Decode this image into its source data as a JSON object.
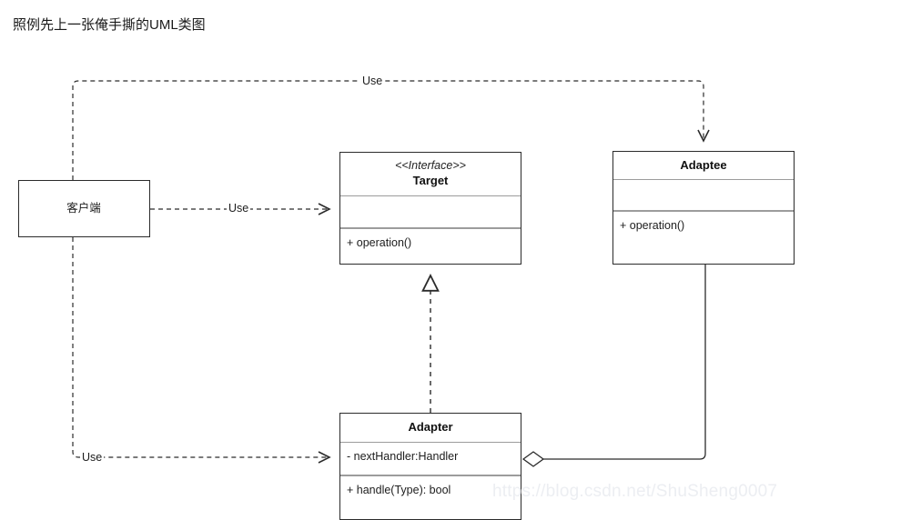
{
  "page": {
    "title": "照例先上一张俺手撕的UML类图",
    "watermark": "https://blog.csdn.net/ShuSheng0007",
    "background_color": "#ffffff",
    "line_color": "#2b2b2b",
    "divider_color": "#9c9c9c",
    "watermark_color": "#eceef2"
  },
  "diagram": {
    "kind": "uml-class-diagram",
    "classes": [
      {
        "id": "client",
        "name": "客户端",
        "stereotype": "",
        "attributes": [],
        "operations": []
      },
      {
        "id": "target",
        "name": "Target",
        "stereotype": "<<Interface>>",
        "attributes": [],
        "operations": [
          "+ operation()"
        ]
      },
      {
        "id": "adaptee",
        "name": "Adaptee",
        "stereotype": "",
        "attributes": [],
        "operations": [
          "+ operation()"
        ]
      },
      {
        "id": "adapter",
        "name": "Adapter",
        "stereotype": "",
        "attributes": [
          "- nextHandler:Handler"
        ],
        "operations": [
          "+ handle(Type): bool"
        ]
      }
    ],
    "relations": [
      {
        "id": "client-uses-target",
        "from": "client",
        "to": "target",
        "type": "dependency",
        "style": "dashed",
        "arrow": "open",
        "label": "Use"
      },
      {
        "id": "client-uses-adaptee",
        "from": "client",
        "to": "adaptee",
        "type": "dependency",
        "style": "dashed",
        "arrow": "open",
        "label": "Use"
      },
      {
        "id": "client-uses-adapter",
        "from": "client",
        "to": "adapter",
        "type": "dependency",
        "style": "dashed",
        "arrow": "open",
        "label": "Use"
      },
      {
        "id": "adapter-realizes-target",
        "from": "adapter",
        "to": "target",
        "type": "realization",
        "style": "dashed",
        "arrow": "hollow-triangle",
        "label": ""
      },
      {
        "id": "adapter-aggregates-adaptee",
        "from": "adapter",
        "to": "adaptee",
        "type": "aggregation",
        "style": "solid",
        "arrow": "hollow-diamond",
        "label": ""
      }
    ]
  }
}
